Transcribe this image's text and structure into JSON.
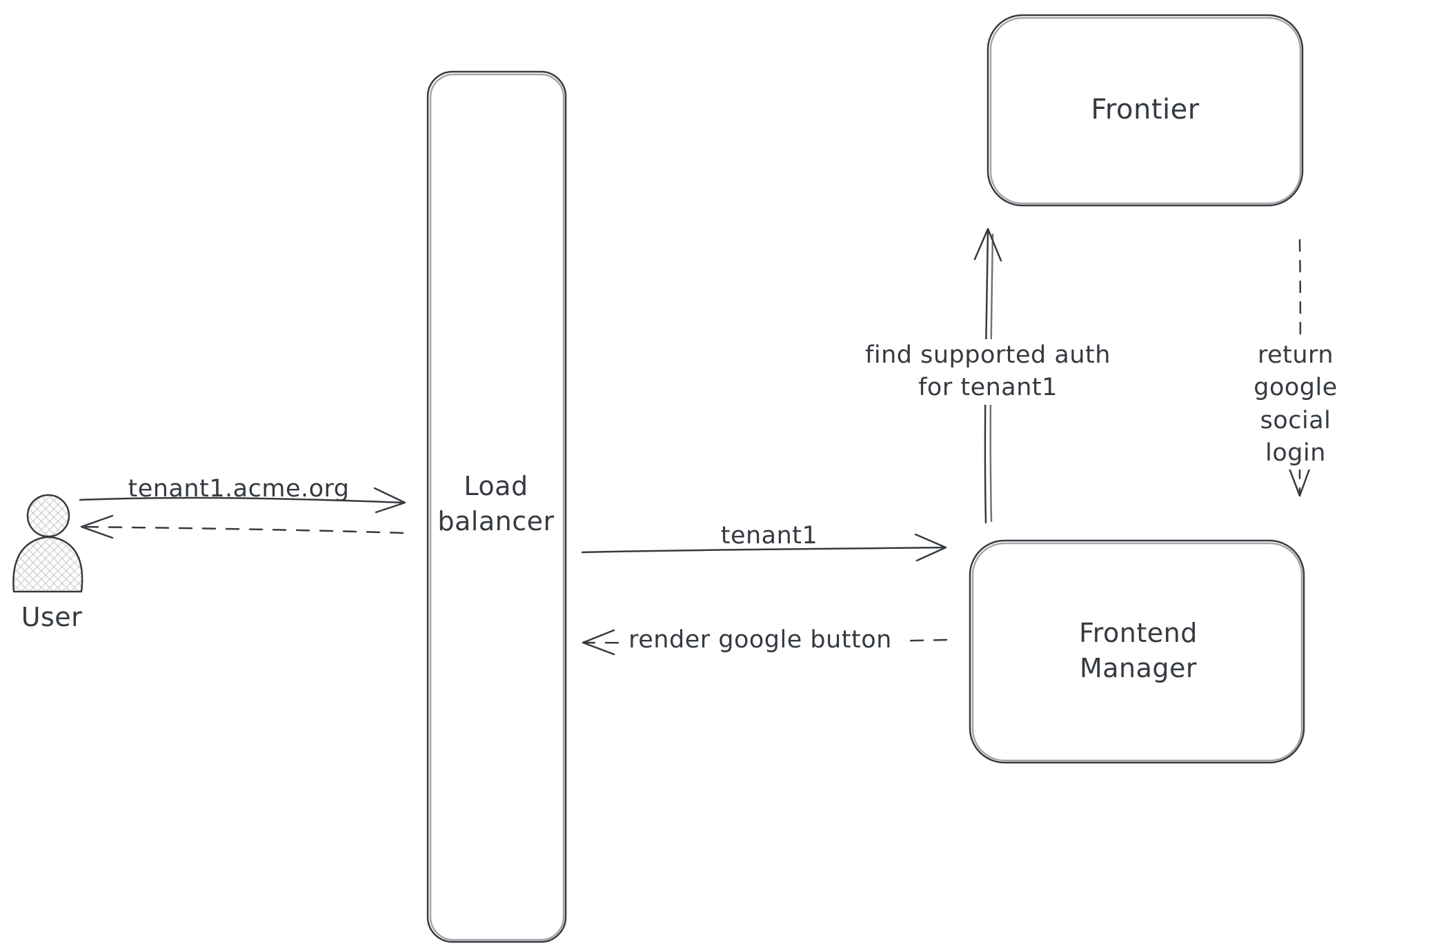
{
  "diagram": {
    "background": "#ffffff",
    "stroke_color": "#343a40",
    "text_color": "#343a40",
    "hatch_color": "#d4d4d4",
    "nodes": {
      "user": {
        "label": "User"
      },
      "load_balancer": {
        "label": "Load\nbalancer"
      },
      "frontier": {
        "label": "Frontier"
      },
      "frontend_manager": {
        "label": "Frontend\nManager"
      }
    },
    "edges": {
      "user_to_lb": {
        "label": "tenant1.acme.org",
        "style": "solid",
        "direction": "right"
      },
      "lb_to_user": {
        "label": "",
        "style": "dashed",
        "direction": "left"
      },
      "lb_to_fm": {
        "label": "tenant1",
        "style": "solid",
        "direction": "right"
      },
      "fm_to_lb": {
        "label": "render google button",
        "style": "dashed",
        "direction": "left"
      },
      "fm_to_frontier": {
        "label": "find supported auth\nfor tenant1",
        "style": "solid",
        "direction": "up"
      },
      "frontier_to_fm": {
        "label": "return google social\nlogin",
        "style": "dashed",
        "direction": "down"
      }
    }
  }
}
